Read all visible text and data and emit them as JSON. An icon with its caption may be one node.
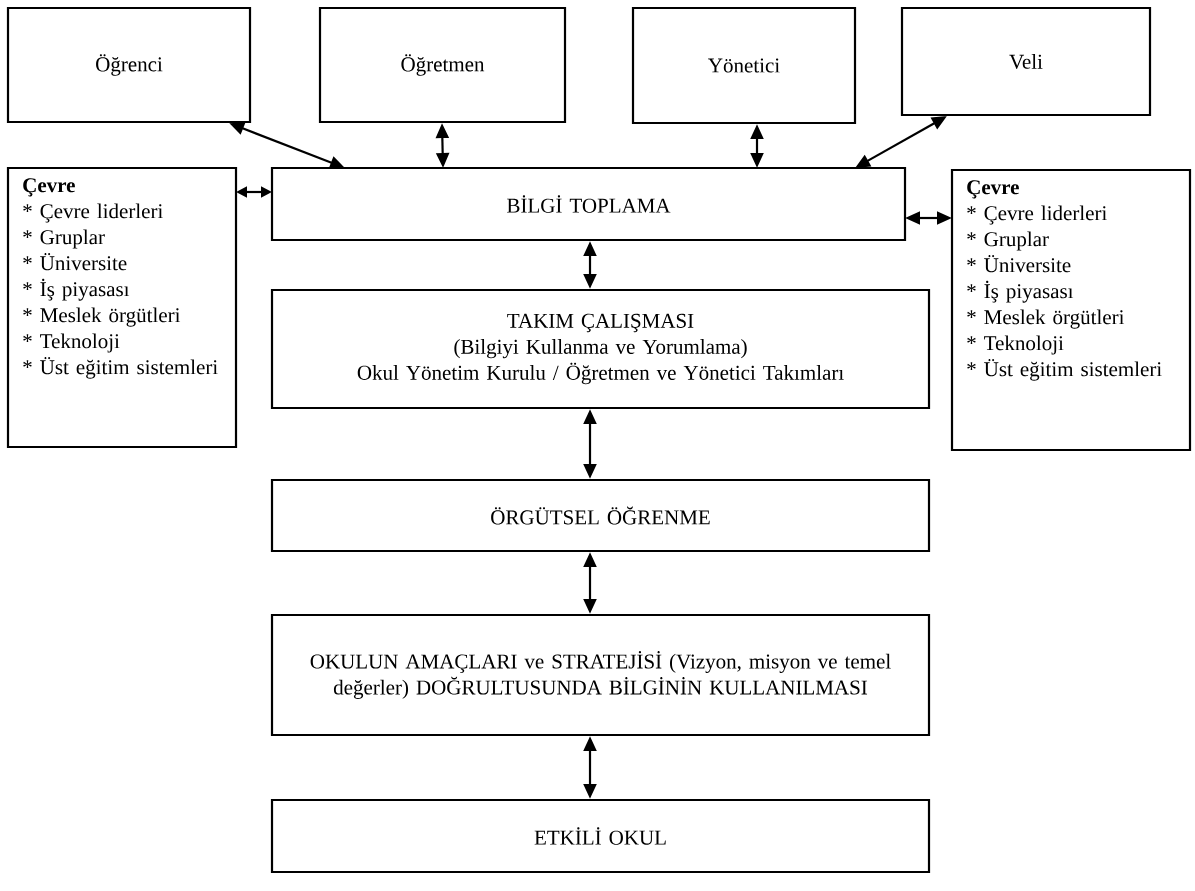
{
  "diagram": {
    "nodes": [
      {
        "text": [
          "Öğrenci"
        ]
      },
      {
        "text": [
          "Öğretmen"
        ]
      },
      {
        "text": [
          "Yönetici"
        ]
      },
      {
        "text": [
          "Veli"
        ]
      },
      {
        "text": [
          "Çevre",
          "* Çevre liderleri",
          "* Gruplar",
          "* Üniversite",
          "* İş piyasası",
          "* Meslek örgütleri",
          "* Teknoloji",
          "* Üst eğitim sistemleri"
        ]
      },
      {
        "text": [
          "BİLGİ TOPLAMA"
        ]
      },
      {
        "text": [
          "Çevre",
          "* Çevre liderleri",
          "* Gruplar",
          "* Üniversite",
          "* İş piyasası",
          "* Meslek örgütleri",
          "* Teknoloji",
          "* Üst eğitim sistemleri"
        ]
      },
      {
        "text": [
          "TAKIM ÇALIŞMASI",
          "(Bilgiyi Kullanma ve Yorumlama)",
          "Okul Yönetim Kurulu / Öğretmen ve Yönetici Takımları"
        ]
      },
      {
        "text": [
          "ÖRGÜTSEL ÖĞRENME"
        ]
      },
      {
        "text": [
          "OKULUN AMAÇLARI ve STRATEJİSİ (Vizyon, misyon ve temel değerler) DOĞRULTUSUNDA BİLGİNİN KULLANILMASI"
        ]
      },
      {
        "text": [
          "ETKİLİ OKUL"
        ]
      }
    ],
    "edges": [
      {
        "from": 0,
        "to": 5,
        "arrow": "both"
      },
      {
        "from": 1,
        "to": 5,
        "arrow": "both"
      },
      {
        "from": 2,
        "to": 5,
        "arrow": "both"
      },
      {
        "from": 3,
        "to": 5,
        "arrow": "both"
      },
      {
        "from": 4,
        "to": 5,
        "arrow": "both"
      },
      {
        "from": 5,
        "to": 6,
        "arrow": "both"
      },
      {
        "from": 5,
        "to": 7,
        "arrow": "both"
      },
      {
        "from": 7,
        "to": 8,
        "arrow": "both"
      },
      {
        "from": 8,
        "to": 9,
        "arrow": "both"
      },
      {
        "from": 9,
        "to": 10,
        "arrow": "both"
      }
    ]
  }
}
